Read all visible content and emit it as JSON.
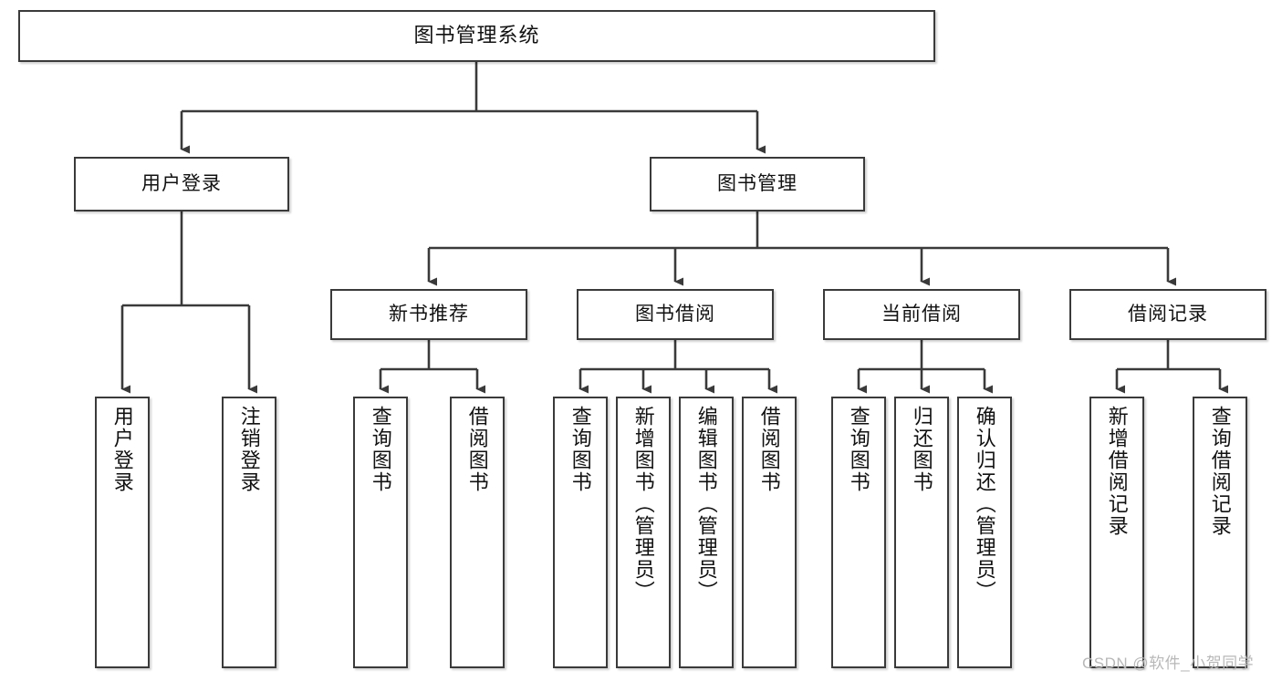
{
  "diagram": {
    "type": "tree",
    "title": "图书管理系统",
    "root": {
      "label": "图书管理系统"
    },
    "level1": [
      {
        "label": "用户登录"
      },
      {
        "label": "图书管理"
      }
    ],
    "level2": [
      {
        "label": "新书推荐"
      },
      {
        "label": "图书借阅"
      },
      {
        "label": "当前借阅"
      },
      {
        "label": "借阅记录"
      }
    ],
    "leaves": {
      "user_login": [
        {
          "label": "用户登录"
        },
        {
          "label": "注销登录"
        }
      ],
      "new_book": [
        {
          "label": "查询图书"
        },
        {
          "label": "借阅图书"
        }
      ],
      "book_borrow": [
        {
          "label": "查询图书"
        },
        {
          "label": "新增图书（管理员）"
        },
        {
          "label": "编辑图书（管理员）"
        },
        {
          "label": "借阅图书"
        }
      ],
      "current_borrow": [
        {
          "label": "查询图书"
        },
        {
          "label": "归还图书"
        },
        {
          "label": "确认归还（管理员）"
        }
      ],
      "borrow_record": [
        {
          "label": "新增借阅记录"
        },
        {
          "label": "查询借阅记录"
        }
      ]
    }
  },
  "watermark": {
    "text": "CSDN @软件_小贺同学"
  },
  "colors": {
    "border": "#3a3a3a",
    "background": "#ffffff",
    "text": "#111111",
    "watermark": "#b8b8b8"
  }
}
